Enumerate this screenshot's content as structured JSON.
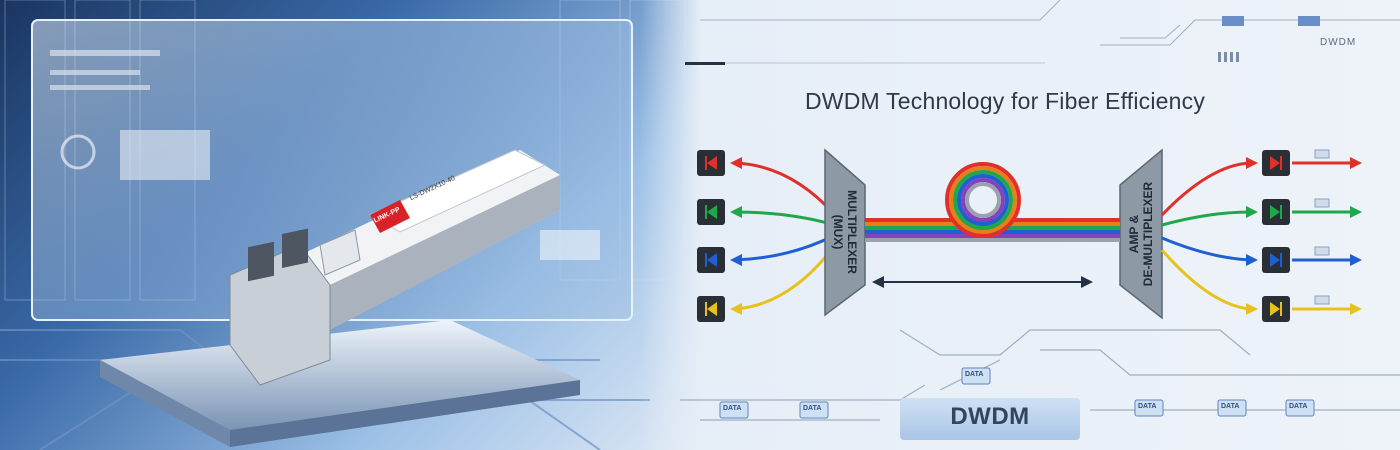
{
  "banner": {
    "title": "DWDM Technology for Fiber Efficiency",
    "mux_label_line1": "MULTIPLEXER",
    "mux_label_line2": "(MUX)",
    "demux_label_line1": "AMP &",
    "demux_label_line2": "DE-MULTIPLEXER",
    "bottom_label": "DWDM",
    "top_label": "DWDM",
    "data_tag": "DATA"
  },
  "module": {
    "brand": "LINK-PP",
    "part_number": "LS-DW2X10-40"
  },
  "colors": {
    "red": "#e0302c",
    "green": "#1fa84a",
    "blue": "#1e5fd1",
    "yellow": "#e8c21c",
    "accent": "#2f3a48"
  }
}
